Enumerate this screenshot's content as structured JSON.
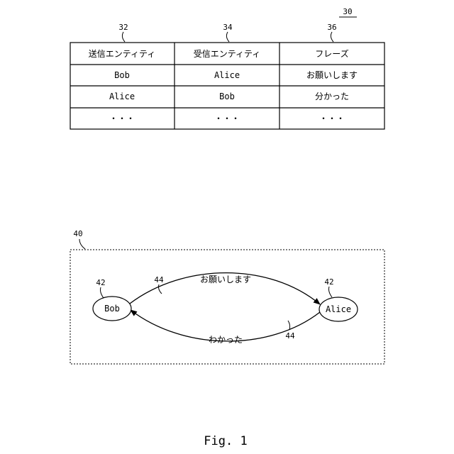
{
  "table": {
    "ref": "30",
    "column_refs": [
      "32",
      "34",
      "36"
    ],
    "headers": [
      "送信エンティティ",
      "受信エンティティ",
      "フレーズ"
    ],
    "rows": [
      [
        "Bob",
        "Alice",
        "お願いします"
      ],
      [
        "Alice",
        "Bob",
        "分かった"
      ],
      [
        "・・・",
        "・・・",
        "・・・"
      ]
    ]
  },
  "diagram": {
    "ref": "40",
    "node_ref": "42",
    "edge_ref": "44",
    "nodes": [
      "Bob",
      "Alice"
    ],
    "edge_top_label": "お願いします",
    "edge_bottom_label": "わかった"
  },
  "caption": "Fig. 1"
}
